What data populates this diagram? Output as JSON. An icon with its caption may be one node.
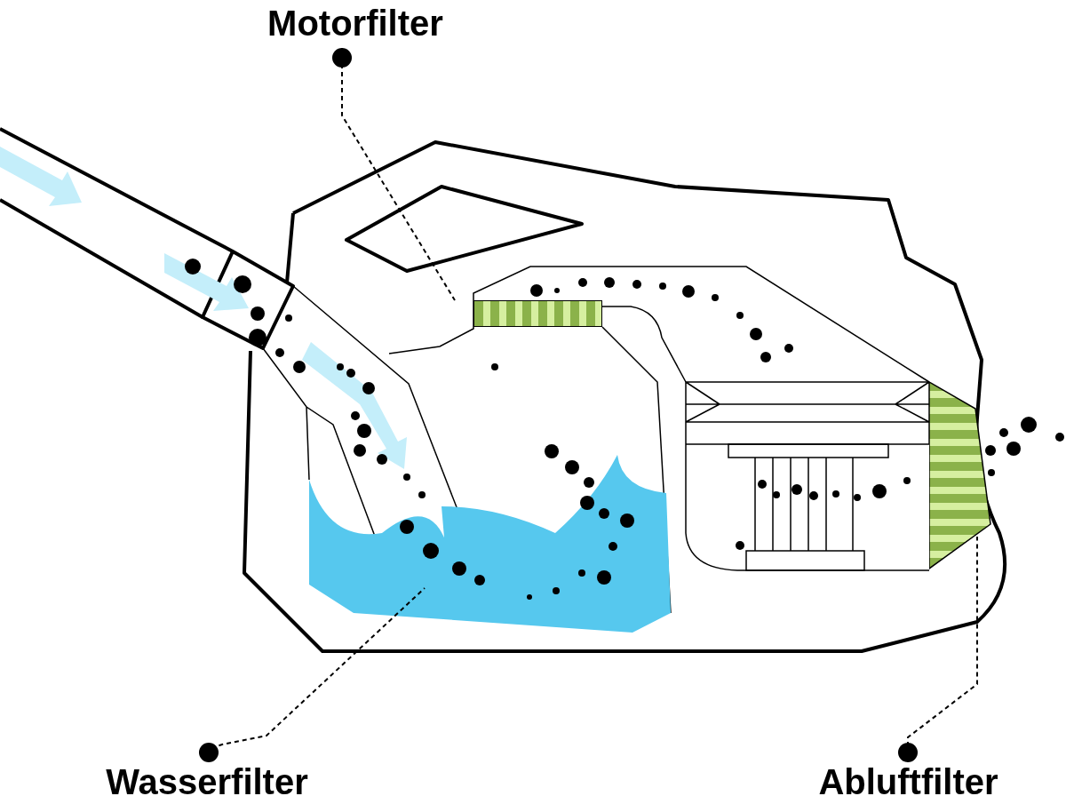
{
  "diagram": {
    "nodes": [
      {
        "text": [
          "Motorfilter"
        ]
      },
      {
        "text": [],
        "shape": "box"
      },
      {
        "text": [
          "Wasserfilter"
        ]
      },
      {
        "text": [],
        "shape": "picture"
      },
      {
        "text": [
          "Abluftfilter"
        ]
      },
      {
        "text": [],
        "shape": "box"
      }
    ],
    "edges": [
      {
        "from": 0,
        "to": 1,
        "arrow": "other",
        "style": "dashed"
      },
      {
        "from": 2,
        "to": 3,
        "arrow": "other",
        "style": "dashed"
      },
      {
        "from": 4,
        "to": 5,
        "arrow": "other",
        "style": "dashed"
      }
    ]
  }
}
